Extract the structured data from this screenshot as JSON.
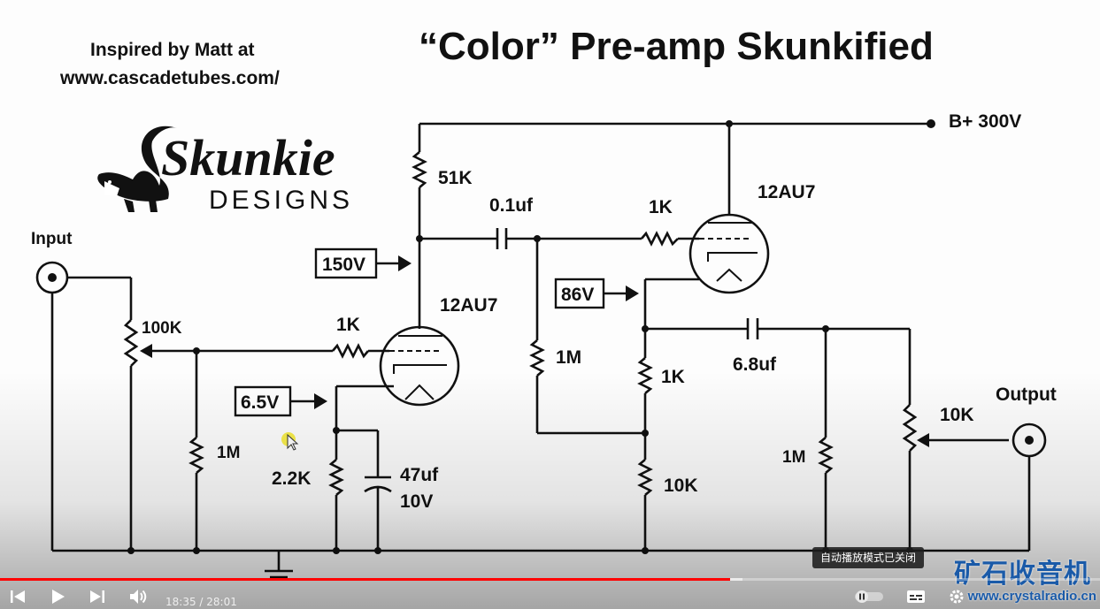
{
  "video": {
    "title": "“Color” Pre-amp Skunkified",
    "credit_line1": "Inspired by Matt at",
    "credit_line2": "www.cascadetubes.com/",
    "logo_word": "Skunkie",
    "logo_sub": "DESIGNS"
  },
  "schematic": {
    "supply": "B+ 300V",
    "input": "Input",
    "output": "Output",
    "tube_v1": "12AU7",
    "tube_v2": "12AU7",
    "pot_in": "100K",
    "r_grid_leak": "1M",
    "r_grid_stop1": "1K",
    "r_plate": "51K",
    "c_coupling": "0.1uf",
    "r_grid_stop2": "1K",
    "r_grid2": "1M",
    "r_cathode": "2.2K",
    "c_cathode_value": "47uf",
    "c_cathode_voltage": "10V",
    "r_cf_1k": "1K",
    "r_cf_10k": "10K",
    "c_out": "6.8uf",
    "r_out": "1M",
    "pot_out": "10K",
    "v_plate": "150V",
    "v_cathode": "6.5V",
    "v_cf": "86V"
  },
  "overlay": {
    "autoplay_tooltip": "自动播放模式已关闭",
    "watermark_cn": "矿石收音机",
    "watermark_url": "www.crystalradio.cn"
  },
  "player": {
    "current_time": "18:35",
    "duration": "28:01",
    "time_separator": " / ",
    "progress": 0.6634,
    "buffered": 0.675,
    "accent_color": "#ff0000",
    "icons": {
      "prev": "skip-previous-icon",
      "play": "play-icon",
      "next": "skip-next-icon",
      "volume": "volume-icon",
      "autoplay": "autoplay-toggle-icon",
      "subtitles": "subtitles-icon",
      "settings": "settings-icon"
    }
  }
}
